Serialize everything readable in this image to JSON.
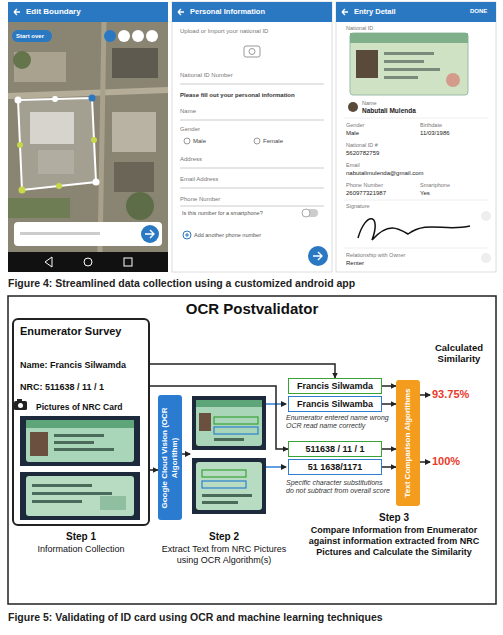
{
  "diagram": {
    "title": "OCR Postvalidator",
    "caption": "Figure 5: Validating of ID card using OCR and machine learning techniques",
    "nodes": [
      {
        "text": [
          "Enumerator Survey",
          "Name: Francis Silwamda",
          "NRC: 511638 / 11 / 1",
          "Pictures of NRC Card"
        ]
      },
      {
        "text": [
          "Google Cloud Vision (OCR Algorithm)"
        ]
      },
      {
        "text": [
          "Francis Silwamda"
        ]
      },
      {
        "text": [
          "Francis Silwamba"
        ]
      },
      {
        "text": [
          "511638 / 11 / 1"
        ]
      },
      {
        "text": [
          "51 1638/1171"
        ]
      },
      {
        "text": [
          "Text Comparison Algorithms"
        ]
      }
    ],
    "edges": [
      {
        "from": 0,
        "to": 2,
        "arrow": "to"
      },
      {
        "from": 0,
        "to": 4,
        "arrow": "to"
      },
      {
        "from": 0,
        "to": 1,
        "arrow": "to"
      },
      {
        "from": 2,
        "to": 6,
        "arrow": "to"
      },
      {
        "from": 3,
        "to": 6,
        "arrow": "to"
      },
      {
        "from": 4,
        "to": 6,
        "arrow": "to"
      },
      {
        "from": 5,
        "to": 6,
        "arrow": "to"
      }
    ],
    "labels": [
      "Edit Boundary",
      "Start over",
      "Personal Information",
      "Upload or Import your national ID",
      "National ID Number",
      "Please fill out your personal information",
      "Name",
      "Gender",
      "Male",
      "Female",
      "Address",
      "Email Address",
      "Phone Number",
      "Is this number for a smartphone?",
      "Add another phone number",
      "Entry Detail",
      "DONE",
      "National ID",
      "Name",
      "Nabutali Mulenda",
      "Gender",
      "Birthdate",
      "Male",
      "11/03/1986",
      "National ID #",
      "5620782759",
      "Email",
      "nabutalimulenda@gmail.com",
      "Phone Number",
      "Smartphone",
      "260977321987",
      "Yes",
      "Signature",
      "Relationship with Owner",
      "Renter",
      "Figure 4: Streamlined data collection using a customized android app",
      "Step 1",
      "Information Collection",
      "Step 2",
      "Extract Text from NRC Pictures using OCR Algorithm(s)",
      "Enumerator entered name wrong OCR read name correctly",
      "Specific character substitutions do not subtract from overall score",
      "Calculated Similarity",
      "93.75%",
      "100%",
      "Step 3",
      "Compare Information from Enumerator against information extracted from NRC Pictures and Calculate the Similarity"
    ]
  }
}
